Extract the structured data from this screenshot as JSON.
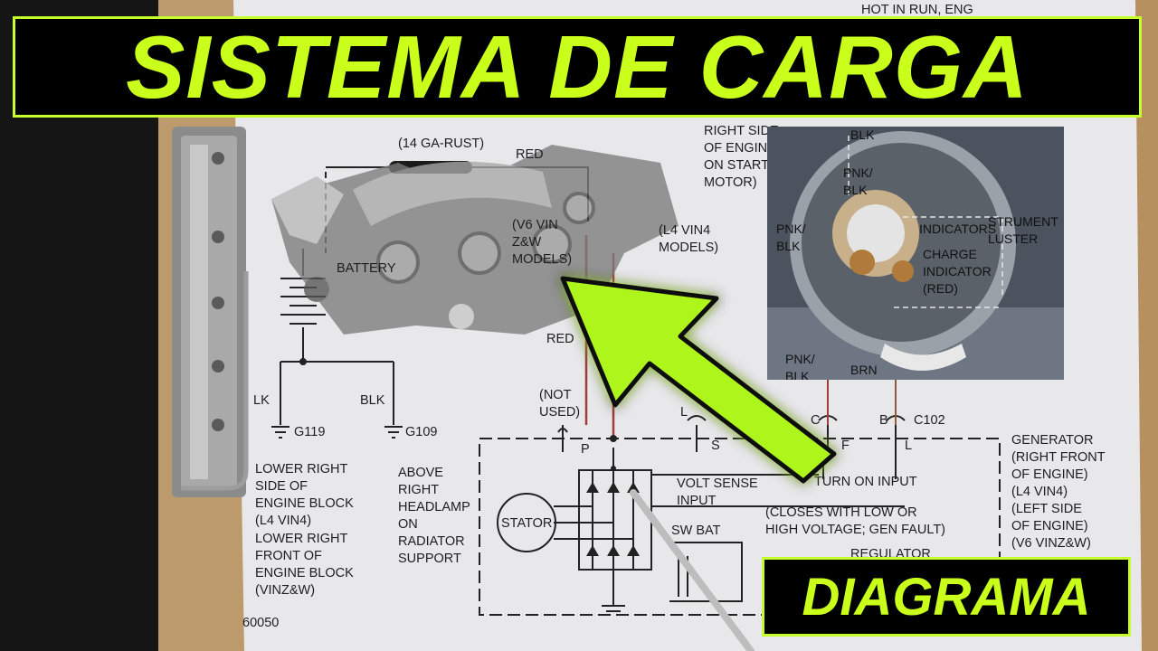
{
  "title": "SISTEMA DE CARGA",
  "badge": "DIAGRAMA",
  "colors": {
    "accent": "#c9ff1a",
    "title_bg": "#000000",
    "paper": "#e9e9ec",
    "arrow": "#aef51c"
  },
  "diagram": {
    "labels": {
      "header_partial": "HOT IN RUN, ENG",
      "wire_14ga": "(14 GA-RUST)",
      "red_top": "RED",
      "right_side_engine": "RIGHT SIDE\nOF ENGINE\nON STARTER\nMOTOR)",
      "blk_top": "BLK",
      "v6_vin": "(V6 VIN\nZ&W\nMODELS)",
      "l4_vin4_models": "(L4 VIN4\nMODELS)",
      "battery": "BATTERY",
      "red_mid": "RED",
      "lk": "LK",
      "blk_left": "BLK",
      "g119": "G119",
      "g109": "G109",
      "not_used": "(NOT\nUSED)",
      "pin_p": "P",
      "pin_s": "S",
      "pin_l_top": "L",
      "pin_c": "C",
      "pin_f": "F",
      "pin_b": "B",
      "pin_l": "L",
      "c102": "C102",
      "lower_right_side": "LOWER RIGHT\nSIDE OF\nENGINE BLOCK\n(L4 VIN4)",
      "lower_right_front": "LOWER RIGHT\nFRONT OF\nENGINE BLOCK\n(VINZ&W)",
      "above_headlamp": "ABOVE\nRIGHT\nHEADLAMP\nON\nRADIATOR\nSUPPORT",
      "stator": "STATOR",
      "volt_sense": "VOLT SENSE\nINPUT",
      "turn_on_input": "TURN ON INPUT",
      "closes_with": "(CLOSES WITH LOW OR\nHIGH VOLTAGE; GEN FAULT)",
      "sw_bat": "SW BAT",
      "regulator": "REGULATOR",
      "generator": "GENERATOR\n(RIGHT FRONT\nOF ENGINE)\n(L4 VIN4)\n(LEFT SIDE\nOF ENGINE)\n(V6 VINZ&W)",
      "figure_no": "60050"
    },
    "photo_labels": {
      "blk": "BLK",
      "pnk_blk": "PNK/\nBLK",
      "pnk_blk_left": "PNK/\nBLK",
      "indicators": "INDICATORS",
      "charge_indicator": "CHARGE\nINDICATOR\n(RED)",
      "instrument_cluster": "STRUMENT\nLUSTER",
      "pnk_blk_bottom": "PNK/\nBLK",
      "brn": "BRN"
    }
  }
}
